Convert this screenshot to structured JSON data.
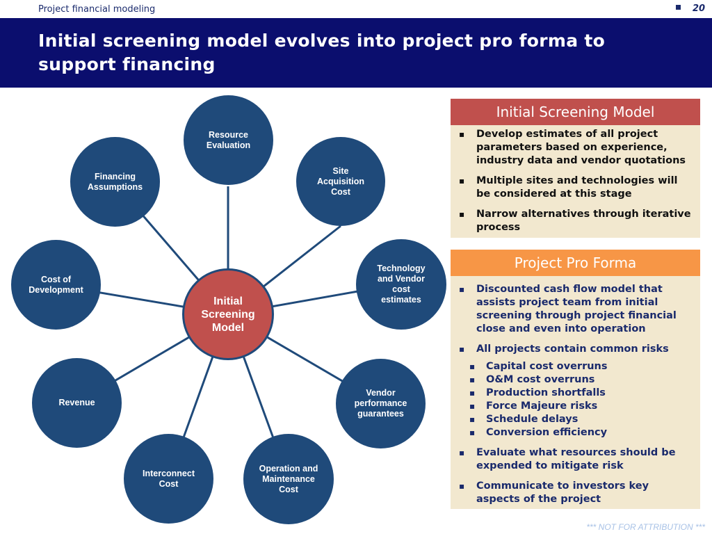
{
  "header": {
    "section_title": "Project financial modeling",
    "page_number": "20"
  },
  "title": "Initial screening model  evolves into project pro forma to support financing",
  "diagram": {
    "center": "Initial Screening Model",
    "nodes": [
      "Resource Evaluation",
      "Site Acquisition Cost",
      "Technology and Vendor cost estimates",
      "Vendor performance guarantees",
      "Operation and Maintenance Cost",
      "Interconnect Cost",
      "Revenue",
      "Cost of Development",
      "Financing Assumptions"
    ],
    "colors": {
      "node": "#1f4a7a",
      "center": "#c0504d",
      "connector": "#1f4a7a"
    }
  },
  "panel_screening": {
    "heading": "Initial Screening Model",
    "color": "#c0504d",
    "bullets": [
      "Develop estimates of all project parameters based on experience, industry data and vendor quotations",
      "Multiple sites and technologies will be considered at this stage",
      "Narrow alternatives through iterative process"
    ]
  },
  "panel_proforma": {
    "heading": "Project Pro Forma",
    "color": "#f79646",
    "bullets": [
      "Discounted cash flow model that assists project team from initial screening through project financial close and even into operation",
      "All projects contain common risks"
    ],
    "risks": [
      "Capital cost overruns",
      "O&M cost overruns",
      "Production shortfalls",
      "Force Majeure risks",
      "Schedule delays",
      "Conversion efficiency"
    ],
    "bullets_after": [
      "Evaluate what resources should be expended to mitigate risk",
      "Communicate to investors key aspects of the project"
    ]
  },
  "footer": "*** NOT FOR ATTRIBUTION ***"
}
